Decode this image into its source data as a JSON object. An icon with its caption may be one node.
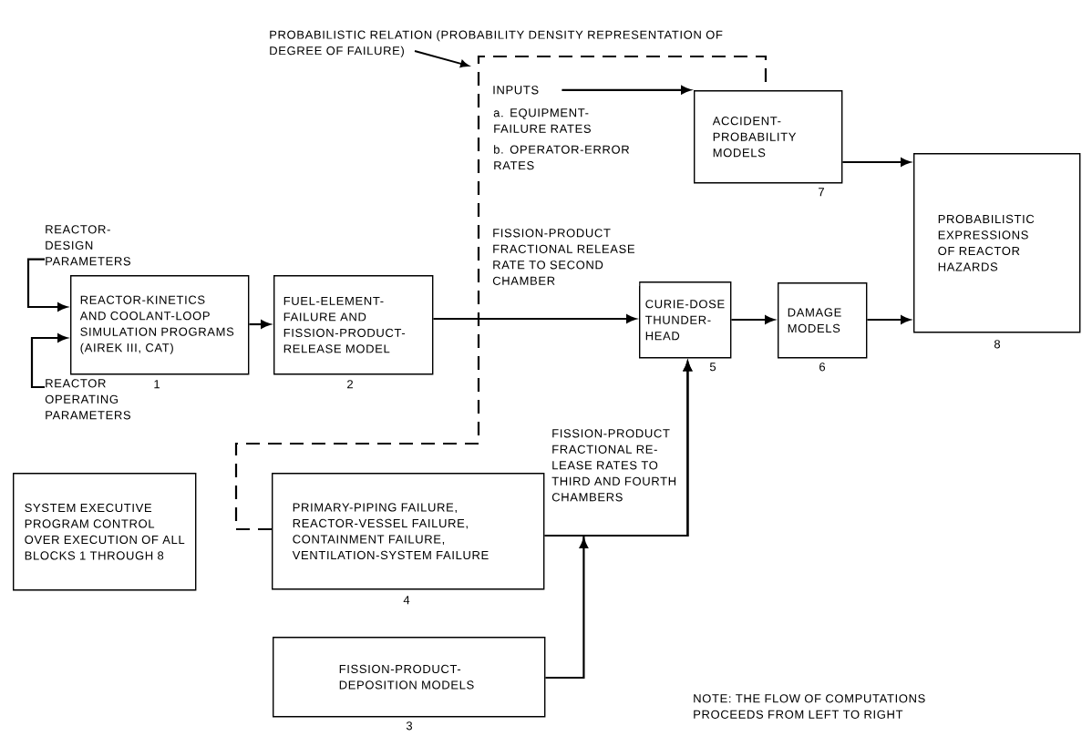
{
  "diagram": {
    "nodes": [
      {
        "text": [
          "REACTOR-DESIGN PARAMETERS"
        ]
      },
      {
        "text": [
          "REACTOR OPERATING PARAMETERS"
        ]
      },
      {
        "text": [
          "REACTOR-KINETICS AND COOLANT-LOOP SIMULATION PROGRAMS (AIREK III, CAT)"
        ],
        "beside": [
          "1"
        ]
      },
      {
        "text": [
          "FUEL-ELEMENT-FAILURE AND FISSION-PRODUCT-RELEASE MODEL"
        ],
        "beside": [
          "2"
        ]
      },
      {
        "text": [
          "INPUTS"
        ]
      },
      {
        "text": [
          "ACCIDENT-PROBABILITY MODELS"
        ],
        "beside": [
          "7"
        ]
      },
      {
        "text": [
          "PROBABILISTIC EXPRESSIONS OF REACTOR HAZARDS"
        ],
        "beside": [
          "8"
        ]
      },
      {
        "text": [
          "CURIE-DOSE THUNDER-HEAD"
        ],
        "beside": [
          "5"
        ]
      },
      {
        "text": [
          "DAMAGE MODELS"
        ],
        "beside": [
          "6"
        ]
      },
      {
        "text": [
          "PRIMARY-PIPING FAILURE, REACTOR-VESSEL FAILURE, CONTAINMENT FAILURE, VENTILATION-SYSTEM FAILURE"
        ],
        "beside": [
          "4"
        ]
      },
      {
        "text": [
          "FISSION-PRODUCT-DEPOSITION MODELS"
        ],
        "beside": [
          "3"
        ]
      },
      {
        "text": [
          "SYSTEM EXECUTIVE PROGRAM CONTROL OVER EXECUTION OF ALL BLOCKS 1 THROUGH 8"
        ]
      },
      {
        "text": [
          "PROBABILISTIC RELATION (PROBABILITY DENSITY REPRESENTATION OF DEGREE OF FAILURE)"
        ]
      }
    ],
    "edges": [
      {
        "from": 0,
        "to": 2,
        "arrow": "to"
      },
      {
        "from": 1,
        "to": 2,
        "arrow": "to"
      },
      {
        "from": 2,
        "to": 3,
        "arrow": "to"
      },
      {
        "from": 3,
        "to": 7,
        "arrow": "to",
        "label": "FISSION-PRODUCT FRACTIONAL RELEASE RATE TO SECOND CHAMBER"
      },
      {
        "from": 4,
        "to": 5,
        "arrow": "to"
      },
      {
        "from": 5,
        "to": 6,
        "arrow": "to"
      },
      {
        "from": 7,
        "to": 8,
        "arrow": "to"
      },
      {
        "from": 8,
        "to": 6,
        "arrow": "to"
      },
      {
        "from": 9,
        "to": 7,
        "arrow": "to",
        "label": "FISSION-PRODUCT FRACTIONAL RE-LEASE RATES TO THIRD AND FOURTH CHAMBERS"
      },
      {
        "from": 10,
        "to": 7,
        "arrow": "to"
      },
      {
        "from": 9,
        "to": 5,
        "arrow": "none",
        "style": "dashed"
      },
      {
        "from": 12,
        "to": null,
        "arrow": "to"
      }
    ],
    "labels": [
      "a. EQUIPMENT-FAILURE RATES",
      "b. OPERATOR-ERROR RATES",
      "NOTE: THE FLOW OF COMPUTATIONS PROCEEDS FROM LEFT TO RIGHT"
    ]
  }
}
